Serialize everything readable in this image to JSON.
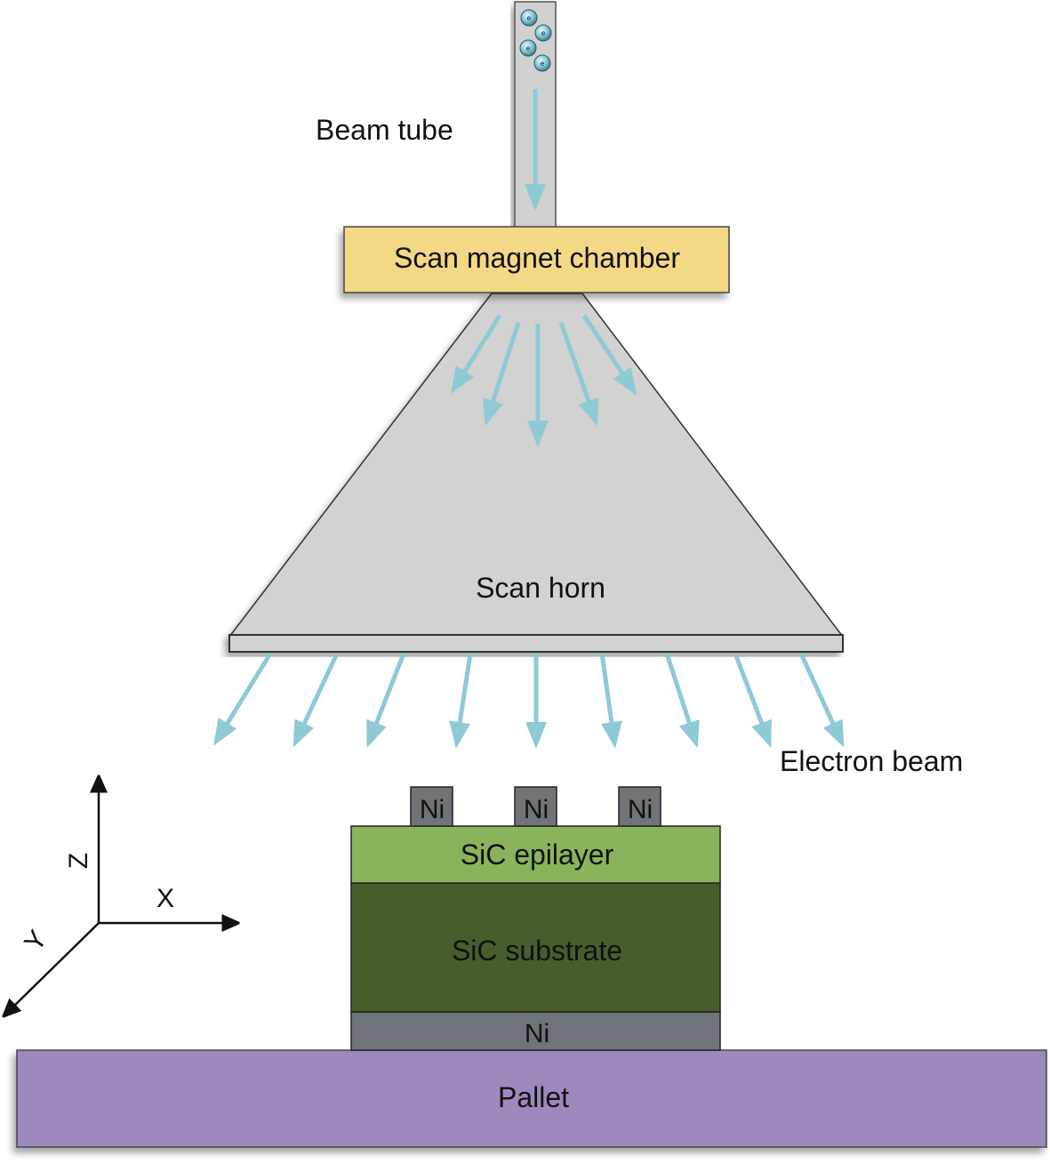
{
  "labels": {
    "beam_tube": "Beam tube",
    "scan_magnet_chamber": "Scan magnet chamber",
    "scan_horn": "Scan horn",
    "electron_beam": "Electron beam",
    "ni_contact_1": "Ni",
    "ni_contact_2": "Ni",
    "ni_contact_3": "Ni",
    "sic_epilayer": "SiC epilayer",
    "sic_substrate": "SiC substrate",
    "ni_back": "Ni",
    "pallet": "Pallet",
    "axis_x": "X",
    "axis_y": "Y",
    "axis_z": "Z",
    "electron_symbol": "e"
  },
  "colors": {
    "beam_arrow": "#8ecad4",
    "tube_gray": "#d1d1d1",
    "chamber_yellow": "#f3d886",
    "horn_gray": "#d2d2d2",
    "epilayer_green": "#8ab45c",
    "substrate_green": "#475e2c",
    "nickel_gray": "#6f737a",
    "pallet_purple": "#9d89bd",
    "electron_fill": "#7fc4d4"
  }
}
